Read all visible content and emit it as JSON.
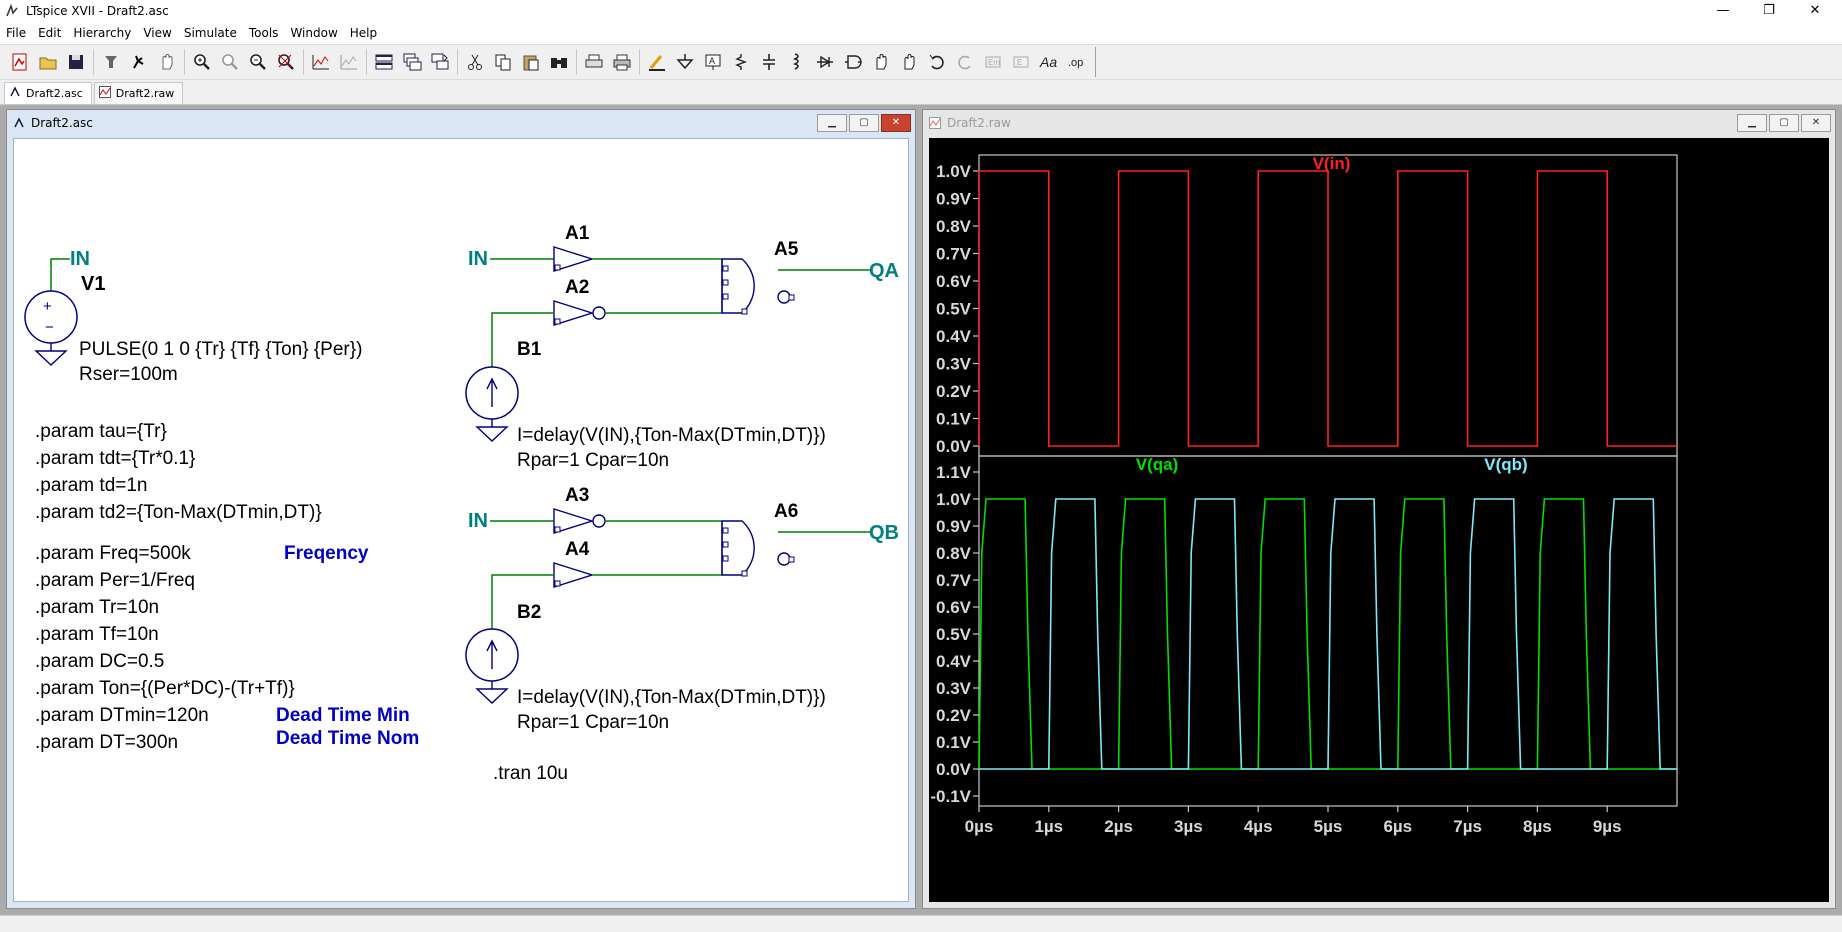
{
  "app": {
    "title": "LTspice XVII - Draft2.asc",
    "window_controls": {
      "minimize": "—",
      "restore": "❐",
      "close": "✕"
    }
  },
  "menu": [
    {
      "label": "File"
    },
    {
      "label": "Edit"
    },
    {
      "label": "Hierarchy"
    },
    {
      "label": "View"
    },
    {
      "label": "Simulate"
    },
    {
      "label": "Tools"
    },
    {
      "label": "Window"
    },
    {
      "label": "Help"
    }
  ],
  "toolbar_icons": [
    "new-schematic-icon",
    "open-icon",
    "save-icon",
    "control-panel-icon",
    "run-icon",
    "halt-icon",
    "zoom-in-icon",
    "zoom-pan-icon",
    "zoom-out-icon",
    "zoom-fit-icon",
    "autorange-icon",
    "waveform-settings-icon",
    "tile-horizontal-icon",
    "cascade-icon",
    "tile-vertical-icon",
    "cut-icon",
    "copy-icon",
    "paste-icon",
    "find-icon",
    "print-preview-icon",
    "print-icon",
    "wire-icon",
    "ground-icon",
    "label-net-icon",
    "resistor-icon",
    "capacitor-icon",
    "inductor-icon",
    "diode-icon",
    "component-icon",
    "move-icon",
    "drag-icon",
    "undo-icon",
    "redo-icon",
    "rotate-icon",
    "mirror-icon",
    "text-icon",
    "spice-directive-icon"
  ],
  "tabs": [
    {
      "label": "Draft2.asc",
      "icon": "schematic-icon"
    },
    {
      "label": "Draft2.raw",
      "icon": "waveform-icon"
    }
  ],
  "schematic_window": {
    "title": "Draft2.asc",
    "labels": {
      "in_net": "IN",
      "v1": "V1",
      "pulse": "PULSE(0 1 0 {Tr} {Tf} {Ton} {Per})",
      "rser": "Rser=100m",
      "a1": "A1",
      "a2": "A2",
      "a3": "A3",
      "a4": "A4",
      "a5": "A5",
      "a6": "A6",
      "b1": "B1",
      "b2": "B2",
      "qa": "QA",
      "qb": "QB",
      "b1_expr": "I=delay(V(IN),{Ton-Max(DTmin,DT)})",
      "b1_rpar": "Rpar=1 Cpar=10n",
      "b2_expr": "I=delay(V(IN),{Ton-Max(DTmin,DT)})",
      "b2_rpar": "Rpar=1 Cpar=10n",
      "tran": ".tran 10u"
    },
    "params_group1": [
      ".param tau={Tr}",
      ".param tdt={Tr*0.1}",
      ".param td=1n",
      ".param td2={Ton-Max(DTmin,DT)}"
    ],
    "params_group2": [
      ".param Freq=500k",
      ".param Per=1/Freq",
      ".param Tr=10n",
      ".param Tf=10n",
      ".param DC=0.5",
      ".param Ton={(Per*DC)-(Tr+Tf)}",
      ".param DTmin=120n",
      ".param DT=300n"
    ],
    "comments": {
      "freq": "Freqency",
      "dtmin": "Dead Time Min",
      "dtnom": "Dead Time Nom"
    },
    "colors": {
      "net_label": "#008080",
      "comment": "#0000c0",
      "wire": "#008000",
      "component": "#000080"
    }
  },
  "waveform_window": {
    "title": "Draft2.raw"
  },
  "chart_data": [
    {
      "type": "line",
      "title": "V(in)",
      "series": [
        {
          "name": "V(in)",
          "color": "#ff2020",
          "x": [
            0,
            0,
            1,
            1,
            2,
            2,
            3,
            3,
            4,
            4,
            5,
            5,
            6,
            6,
            7,
            7,
            8,
            8,
            9,
            9,
            10
          ],
          "values": [
            0,
            1,
            1,
            0,
            0,
            1,
            1,
            0,
            0,
            1,
            1,
            0,
            0,
            1,
            1,
            0,
            0,
            1,
            1,
            0,
            0
          ]
        }
      ],
      "xlabel": "",
      "ylabel": "",
      "xlim": [
        0,
        10
      ],
      "ylim": [
        0,
        1.0
      ],
      "yticks": [
        "1.0V",
        "0.9V",
        "0.8V",
        "0.7V",
        "0.6V",
        "0.5V",
        "0.4V",
        "0.3V",
        "0.2V",
        "0.1V",
        "0.0V"
      ],
      "grid": false,
      "background": "#000000"
    },
    {
      "type": "line",
      "series": [
        {
          "name": "V(qa)",
          "color": "#00e000",
          "x": [
            0,
            0.04,
            0.1,
            0.66,
            0.7,
            0.76,
            2.0,
            2.04,
            2.1,
            2.66,
            2.7,
            2.76,
            4.0,
            4.04,
            4.1,
            4.66,
            4.7,
            4.76,
            6.0,
            6.04,
            6.1,
            6.66,
            6.7,
            6.76,
            8.0,
            8.04,
            8.1,
            8.66,
            8.7,
            8.76,
            10
          ],
          "values": [
            0,
            0.8,
            1.0,
            1.0,
            0.5,
            0,
            0,
            0.8,
            1.0,
            1.0,
            0.5,
            0,
            0,
            0.8,
            1.0,
            1.0,
            0.5,
            0,
            0,
            0.8,
            1.0,
            1.0,
            0.5,
            0,
            0,
            0.8,
            1.0,
            1.0,
            0.5,
            0,
            0
          ]
        },
        {
          "name": "V(qb)",
          "color": "#80e8f8",
          "x": [
            0,
            1.0,
            1.04,
            1.1,
            1.66,
            1.7,
            1.76,
            3.0,
            3.04,
            3.1,
            3.66,
            3.7,
            3.76,
            5.0,
            5.04,
            5.1,
            5.66,
            5.7,
            5.76,
            7.0,
            7.04,
            7.1,
            7.66,
            7.7,
            7.76,
            9.0,
            9.04,
            9.1,
            9.66,
            9.7,
            9.76,
            10
          ],
          "values": [
            0,
            0,
            0.8,
            1.0,
            1.0,
            0.5,
            0,
            0,
            0.8,
            1.0,
            1.0,
            0.5,
            0,
            0,
            0.8,
            1.0,
            1.0,
            0.5,
            0,
            0,
            0.8,
            1.0,
            1.0,
            0.5,
            0,
            0,
            0.8,
            1.0,
            1.0,
            0.5,
            0,
            0
          ]
        }
      ],
      "xlabel": "",
      "ylabel": "",
      "xlim": [
        0,
        10
      ],
      "ylim": [
        -0.1,
        1.1
      ],
      "xticks": [
        "0µs",
        "1µs",
        "2µs",
        "3µs",
        "4µs",
        "5µs",
        "6µs",
        "7µs",
        "8µs",
        "9µs"
      ],
      "yticks": [
        "1.1V",
        "1.0V",
        "0.9V",
        "0.8V",
        "0.7V",
        "0.6V",
        "0.5V",
        "0.4V",
        "0.3V",
        "0.2V",
        "0.1V",
        "0.0V",
        "-0.1V"
      ],
      "grid": false,
      "background": "#000000"
    }
  ]
}
